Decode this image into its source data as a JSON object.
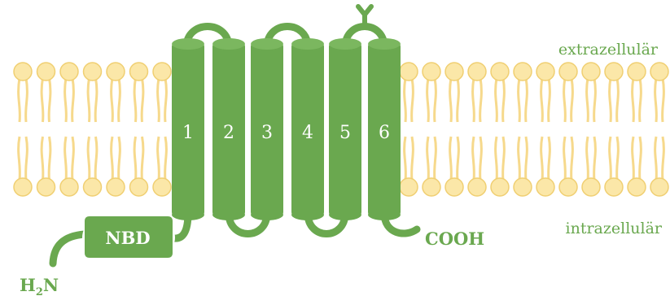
{
  "labels": {
    "extracellular": "extrazellulär",
    "intracellular": "intrazellulär",
    "nbd": "NBD",
    "cooh": "COOH",
    "n_terminus_main": "H",
    "n_terminus_sub": "2",
    "n_terminus_tail": "N"
  },
  "helices": [
    "1",
    "2",
    "3",
    "4",
    "5",
    "6"
  ],
  "colors": {
    "protein": "#6aa84f",
    "lipid_head": "#fbe7a8",
    "lipid_head_stroke": "#f0cf72",
    "lipid_tail": "#f6d98c",
    "label_green": "#6aa84f",
    "background": "#ffffff"
  }
}
